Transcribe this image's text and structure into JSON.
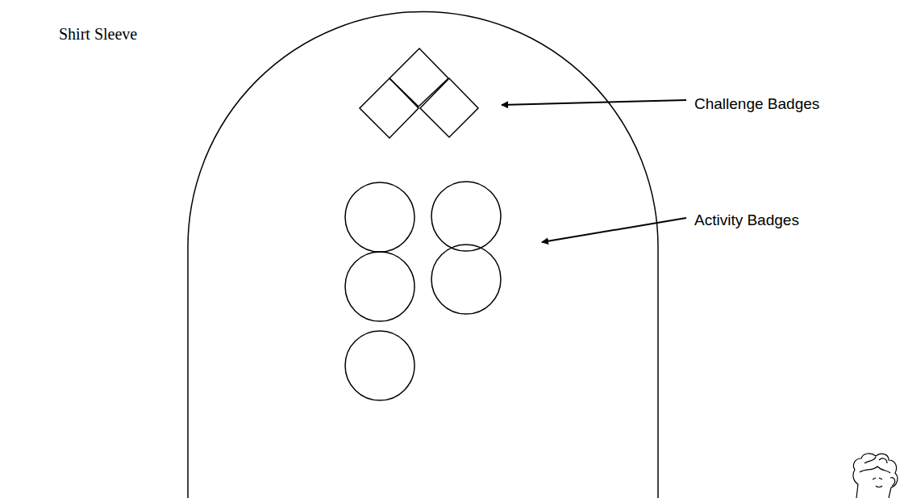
{
  "diagram": {
    "labels": [
      "Shirt Sleeve",
      "Challenge Badges",
      "Activity Badges"
    ]
  }
}
